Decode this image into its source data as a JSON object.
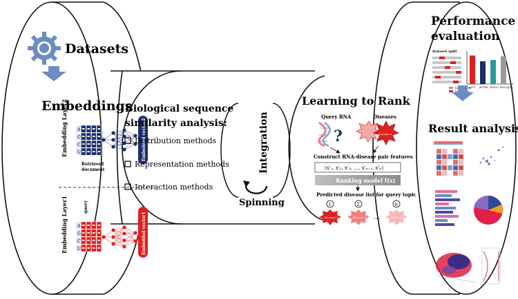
{
  "datasets": {
    "title": "Datasets"
  },
  "embeddings": {
    "title": "Embeddings",
    "layer2": "Embedding Layer2",
    "layer1": "Embedding Layer1",
    "retrieved": "Retrieved",
    "document": "document",
    "query": "query",
    "vector2": "Embedded vector2",
    "vector1": "Embedded vector1",
    "row_letters": [
      "A",
      "G",
      "C",
      "U"
    ]
  },
  "similarity": {
    "title_line1": "Biological sequence",
    "title_line2": "similarity analysis:",
    "methods": [
      "Distribution methods",
      "Representation methods",
      "Interaction methods"
    ]
  },
  "integration": "Integration",
  "spinning": "Spinning",
  "ltr": {
    "title": "Learning to Rank",
    "query_rna": "Query RNA",
    "diseases": "Diseases",
    "disease_n": "Disease n",
    "construct": "Construct RNA-disease pair features",
    "features": "(x'₁, x'₂, x'₃, …, x'ₙ₋₁, x'ₙ)",
    "ranking_model": "Ranking model f(x)",
    "predicted": "Predicted disease list for query topic",
    "ranks": [
      "1",
      "2",
      "n"
    ],
    "disease_1": "Disease 1",
    "disease_2": "Disease 2",
    "ellipsis": "…"
  },
  "performance": {
    "title_line1": "Performance",
    "title_line2": "evaluation",
    "dataset_split": "Dataset split",
    "training": "Training sets",
    "testing": "Testing sets",
    "metric_labels": [
      "AUC",
      "AUPR",
      "NDCG",
      "ROC@10"
    ]
  },
  "result": {
    "title": "Result analysis"
  },
  "colors": {
    "accent_blue": "#6b8cc4",
    "dark_blue": "#1a2f6b",
    "red": "#e02020",
    "teal": "#2a9a9a",
    "gray": "#9a9a9a"
  },
  "chart_data": {
    "type": "bar",
    "categories": [
      "AUC",
      "AUPR",
      "NDCG",
      "ROC@10"
    ],
    "values": [
      0.9,
      0.72,
      0.76,
      0.88
    ],
    "ylim": [
      0,
      1
    ]
  }
}
